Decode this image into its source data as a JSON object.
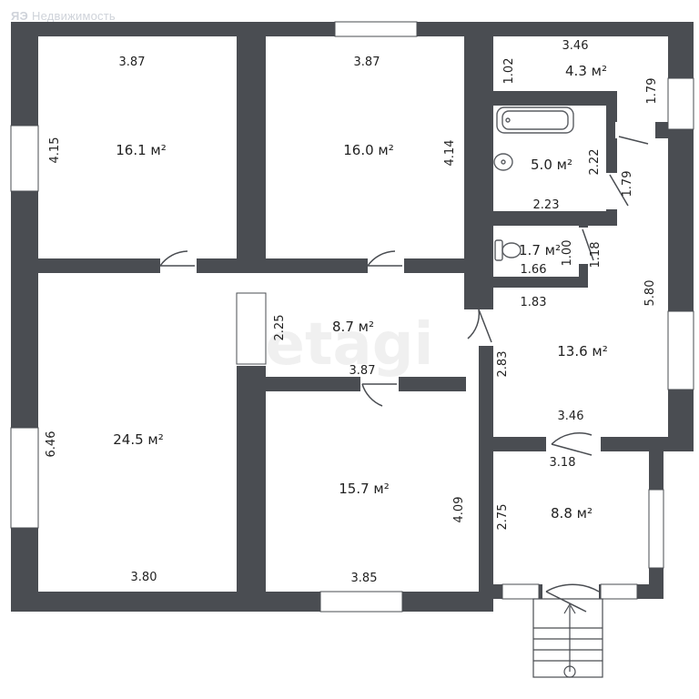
{
  "brand": {
    "logo_mark": "ЯЭ",
    "logo_text": "Недвижимость"
  },
  "watermark": "etagi",
  "colors": {
    "wall": "#4a4d52",
    "window": "#ffffff",
    "text": "#222222",
    "fixture": "#5a5d62"
  },
  "rooms": {
    "top_left": {
      "area": "16.1 м²",
      "width": "3.87",
      "height": "4.15"
    },
    "top_middle": {
      "area": "16.0 м²",
      "width": "3.87",
      "height": "4.14"
    },
    "corridor": {
      "area": "8.7 м²",
      "width": "3.87",
      "height": "2.25"
    },
    "big_left": {
      "area": "24.5 м²",
      "width": "3.80",
      "height": "6.46"
    },
    "bottom_middle": {
      "area": "15.7 м²",
      "width": "3.85",
      "height": "4.09"
    },
    "small_top": {
      "area": "4.3 м²",
      "width": "3.46",
      "height": "1.02",
      "side": "1.79"
    },
    "bathroom": {
      "area": "5.0 м²",
      "width": "2.23",
      "height": "2.22",
      "door": "1.79"
    },
    "toilet": {
      "area": "1.7 м²",
      "width": "1.66",
      "height": "1.00",
      "door": "1.18"
    },
    "hall": {
      "area": "13.6 м²",
      "width_top": "1.83",
      "width_bottom": "3.46",
      "height_left": "2.83",
      "height_right": "5.80"
    },
    "entry": {
      "area": "8.8 м²",
      "width": "3.18",
      "height": "2.75"
    }
  }
}
